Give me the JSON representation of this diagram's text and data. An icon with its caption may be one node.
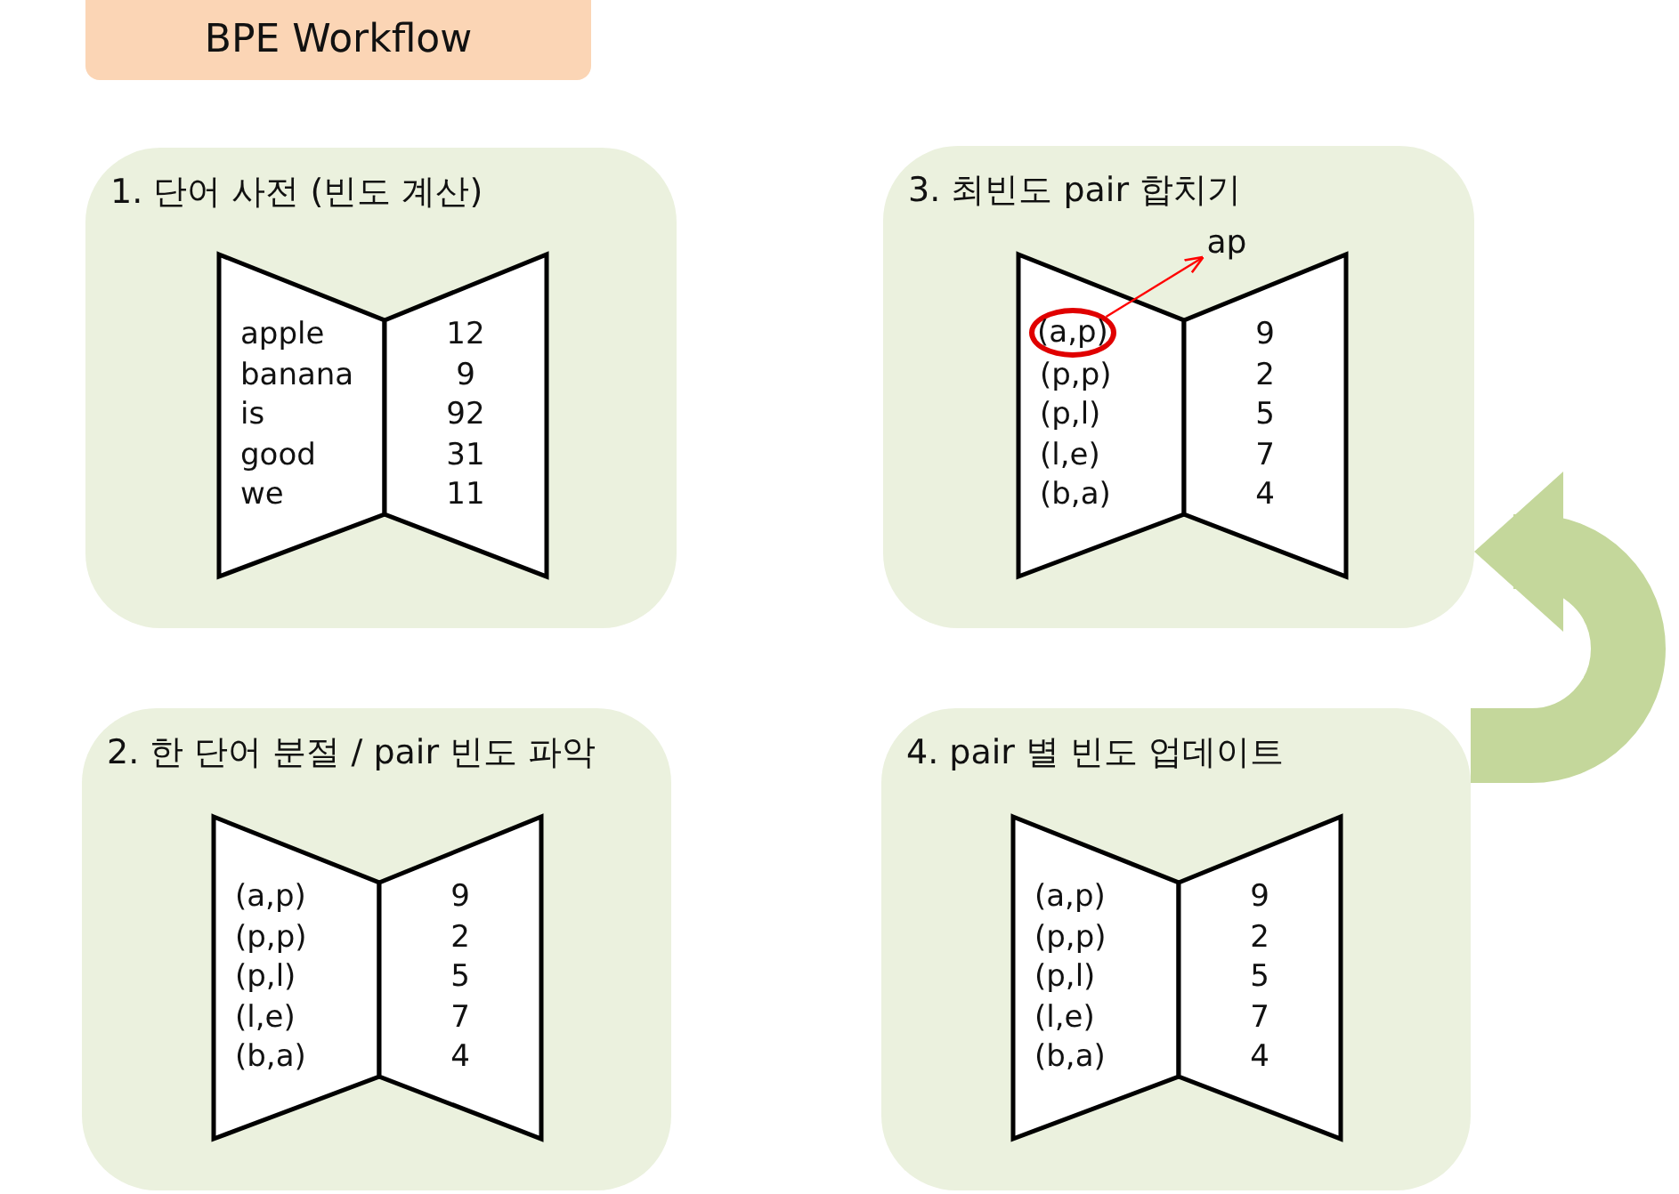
{
  "diagram": {
    "title": "BPE Workflow",
    "nodes": [
      {
        "text": [
          "1. 단어 사전 (빈도 계산)"
        ]
      },
      {
        "text": [
          "apple",
          "banana",
          "is",
          "good",
          "we"
        ],
        "in": 0
      },
      {
        "text": [
          "12",
          "9",
          "92",
          "31",
          "11"
        ],
        "in": 0
      },
      {
        "text": [
          "3. 최빈도 pair 합치기"
        ]
      },
      {
        "text": [
          "(p,p)",
          "(p,l)",
          "(l,e)",
          "(b,a)"
        ],
        "in": 3
      },
      {
        "text": [
          "(a,p)"
        ],
        "in": 4
      },
      {
        "text": [
          "ap"
        ],
        "in": 3
      },
      {
        "text": [
          "9",
          "2",
          "5",
          "7",
          "4"
        ],
        "in": 3
      },
      {
        "text": [
          "2. 한 단어 분절 / pair 빈도 파악"
        ]
      },
      {
        "text": [
          "(a,p)",
          "(p,p)",
          "(p,l)",
          "(l,e)",
          "(b,a)"
        ],
        "in": 8
      },
      {
        "text": [
          "9",
          "2",
          "5",
          "7",
          "4"
        ],
        "in": 8
      },
      {
        "text": [
          "4. pair 별 빈도 업데이트"
        ]
      },
      {
        "text": [
          "(a,p)",
          "(p,p)",
          "(p,l)",
          "(l,e)",
          "(b,a)"
        ],
        "in": 11
      },
      {
        "text": [
          "9",
          "2",
          "5",
          "7",
          "4"
        ],
        "in": 11
      }
    ],
    "edges": [
      {
        "from": 5,
        "to": 6,
        "arrow": "to",
        "color": "#ff0000"
      },
      {
        "from": 11,
        "to": 3,
        "arrow": "to",
        "style": "thick",
        "color": "#c4d79b"
      }
    ]
  }
}
